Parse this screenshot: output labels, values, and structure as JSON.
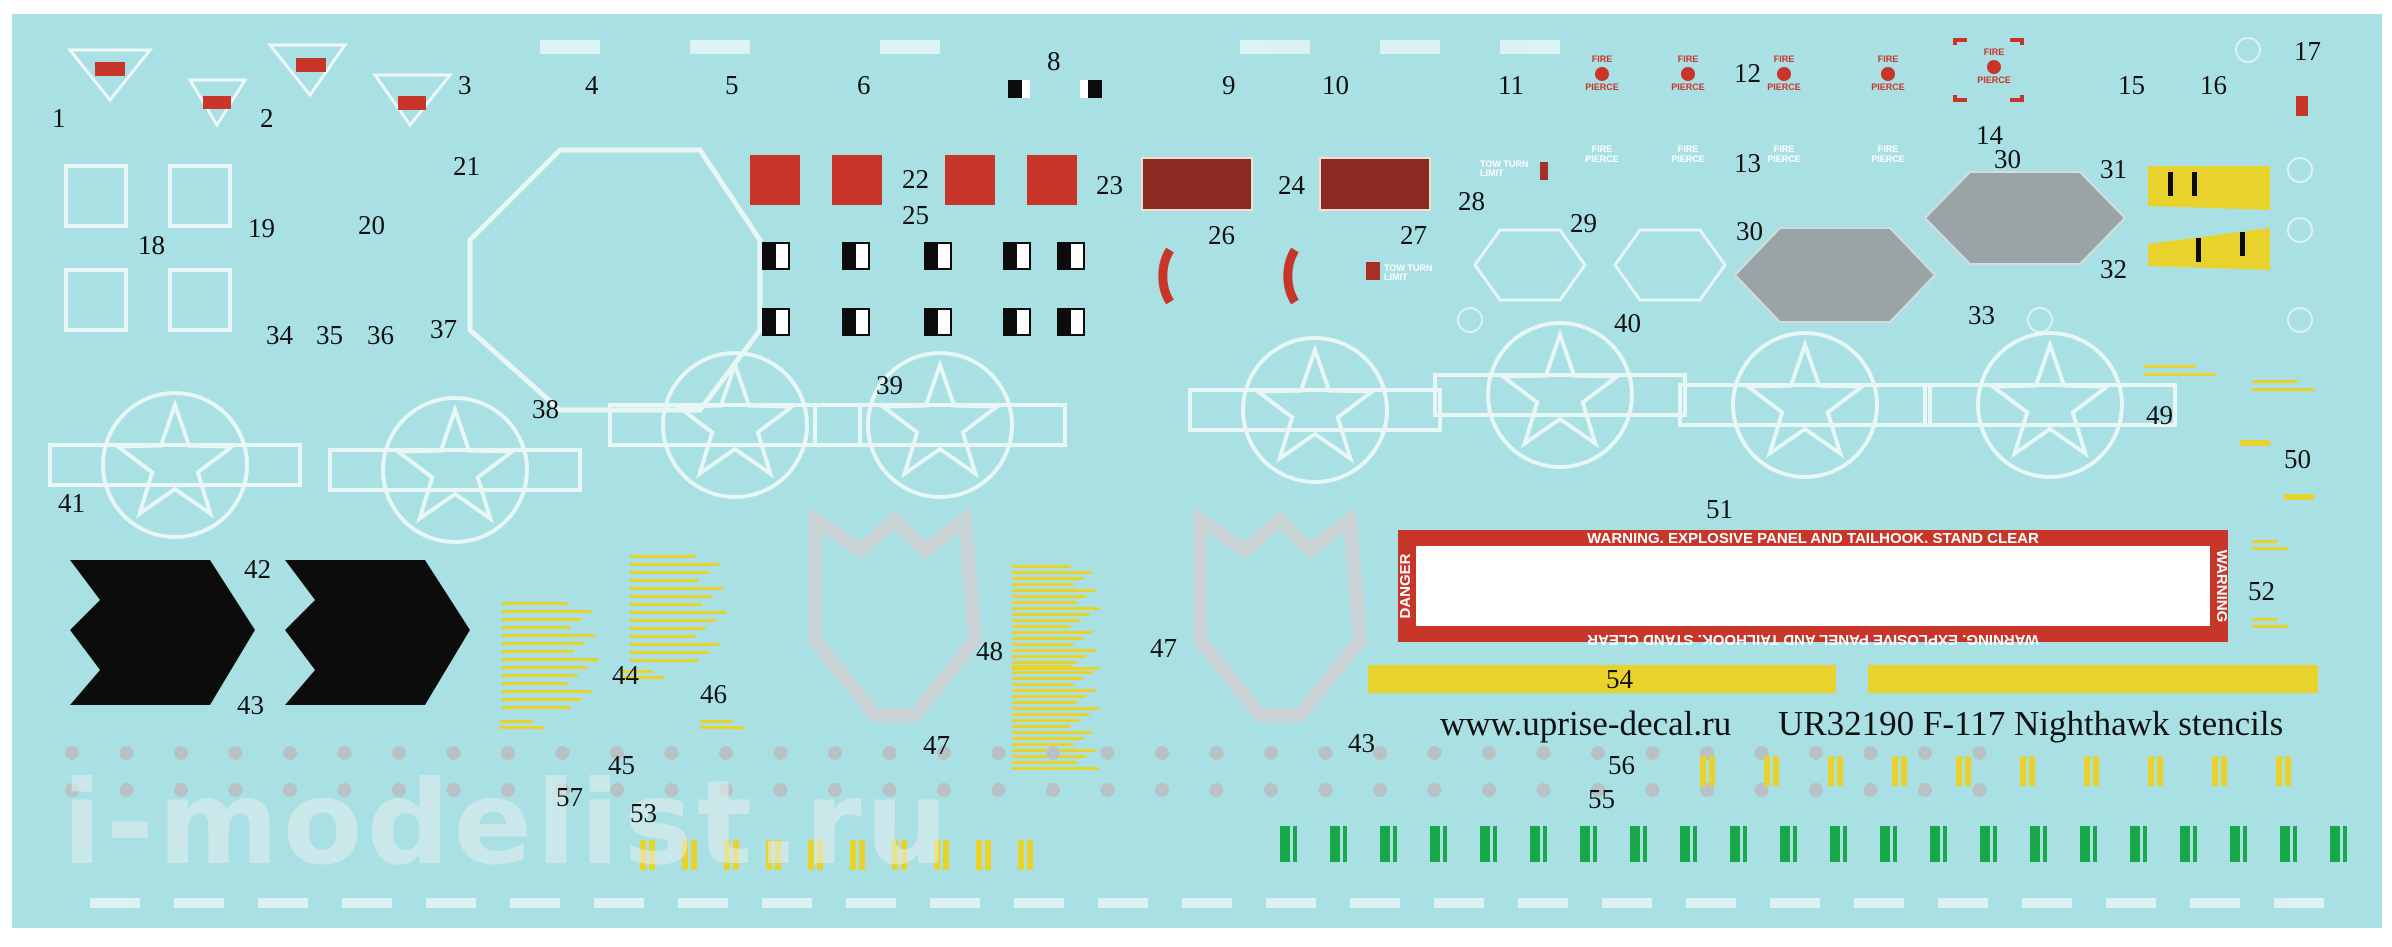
{
  "sheet": {
    "background_color": "#a9e0e3",
    "website": "www.uprise-decal.ru",
    "product_line": "UR32190 F-117 Nighthawk stencils",
    "watermark": "i-modelist.ru"
  },
  "banner": {
    "top_text": "WARNING. EXPLOSIVE PANEL AND TAILHOOK. STAND CLEAR",
    "bottom_text": "WARNING. EXPLOSIVE PANEL AND TAILHOOK. STAND CLEAR",
    "left_text": "DANGER",
    "right_text": "WARNING"
  },
  "fire_label": {
    "line1": "FIRE",
    "line2": "PIERCE"
  },
  "tow_label": {
    "line1": "TOW TURN",
    "line2": "LIMIT"
  },
  "colors": {
    "red": "#c8362a",
    "yellow": "#e9d22c",
    "green": "#17a84a",
    "grey": "#9aa4a6",
    "black": "#0c0c0c",
    "white_ink": "#eef8f8"
  },
  "numbers": [
    "1",
    "2",
    "3",
    "4",
    "5",
    "6",
    "8",
    "9",
    "10",
    "11",
    "12",
    "14",
    "15",
    "16",
    "17",
    "13",
    "21",
    "22",
    "25",
    "23",
    "24",
    "26",
    "27",
    "28",
    "29",
    "30",
    "30",
    "31",
    "32",
    "18",
    "19",
    "20",
    "33",
    "40",
    "34",
    "35",
    "36",
    "37",
    "39",
    "38",
    "49",
    "50",
    "41",
    "51",
    "42",
    "43",
    "52",
    "44",
    "48",
    "47",
    "46",
    "54",
    "47",
    "43",
    "45",
    "56",
    "57",
    "53",
    "55"
  ]
}
